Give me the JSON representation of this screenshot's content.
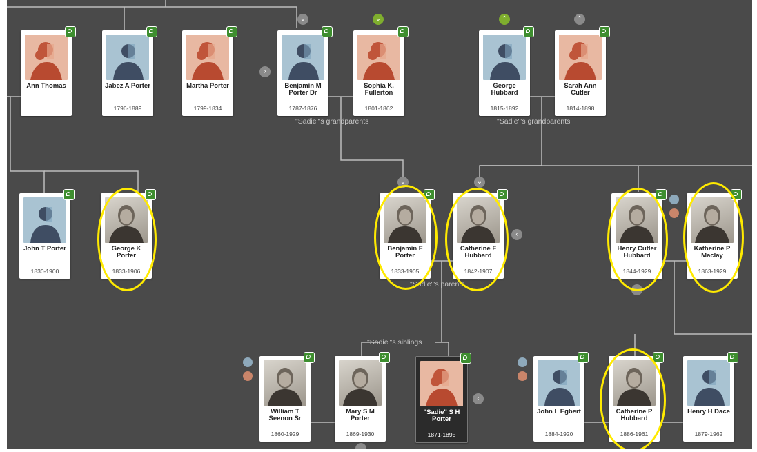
{
  "relationship_labels": {
    "grandparents_left": "\"Sadie\"'s grandparents",
    "grandparents_right": "\"Sadie\"'s grandparents",
    "parents": "\"Sadie\"'s parents",
    "siblings": "\"Sadie\"'s siblings"
  },
  "people": {
    "ann_thomas": {
      "name": "Ann Thomas",
      "dates": "",
      "gender": "female"
    },
    "jabez_porter": {
      "name": "Jabez A Porter",
      "dates": "1796-1889",
      "gender": "male"
    },
    "martha_porter": {
      "name": "Martha Porter",
      "dates": "1799-1834",
      "gender": "female"
    },
    "benjamin_m_porter": {
      "name": "Benjamin M Porter Dr",
      "dates": "1787-1876",
      "gender": "male"
    },
    "sophia_fullerton": {
      "name": "Sophia K. Fullerton",
      "dates": "1801-1862",
      "gender": "female"
    },
    "george_hubbard": {
      "name": "George Hubbard",
      "dates": "1815-1892",
      "gender": "male"
    },
    "sarah_cutler": {
      "name": "Sarah Ann Cutler",
      "dates": "1814-1898",
      "gender": "female"
    },
    "john_t_porter": {
      "name": "John T Porter",
      "dates": "1830-1900",
      "gender": "male"
    },
    "george_k_porter": {
      "name": "George K Porter",
      "dates": "1833-1906",
      "gender": "photo"
    },
    "benjamin_f_porter": {
      "name": "Benjamin F Porter",
      "dates": "1833-1905",
      "gender": "photo"
    },
    "catherine_f_hubbard": {
      "name": "Catherine F Hubbard",
      "dates": "1842-1907",
      "gender": "photo"
    },
    "henry_cutler_hubbard": {
      "name": "Henry Cutler Hubbard",
      "dates": "1844-1929",
      "gender": "photo"
    },
    "katherine_maclay": {
      "name": "Katherine P Maclay",
      "dates": "1863-1929",
      "gender": "photo"
    },
    "william_seenon": {
      "name": "William T Seenon Sr",
      "dates": "1860-1929",
      "gender": "photo"
    },
    "mary_porter": {
      "name": "Mary S M Porter",
      "dates": "1869-1930",
      "gender": "photo"
    },
    "sadie_porter": {
      "name": "\"Sadie\" S H Porter",
      "dates": "1871-1895",
      "gender": "female"
    },
    "john_egbert": {
      "name": "John L Egbert",
      "dates": "1884-1920",
      "gender": "male"
    },
    "catherine_p_hubbard": {
      "name": "Catherine P Hubbard",
      "dates": "1886-1961",
      "gender": "photo"
    },
    "henry_dace": {
      "name": "Henry H Dace",
      "dates": "1879-1962",
      "gender": "male"
    }
  },
  "colors": {
    "background": "#4a4a4a",
    "highlight_ring": "#ffea00",
    "hint_leaf": "#3e8e2f",
    "male_silhouette_bg": "#a9c3d2",
    "female_silhouette_bg": "#e8b8a2"
  },
  "icons": {
    "expand": "chevron-down-icon",
    "collapse": "chevron-up-icon",
    "next": "chevron-right-icon",
    "prev": "chevron-left-icon",
    "hint": "leaf-hint-icon"
  },
  "glyphs": {
    "chevron_down": "⌄",
    "chevron_up": "⌃",
    "chevron_left": "‹",
    "chevron_right": "›"
  }
}
